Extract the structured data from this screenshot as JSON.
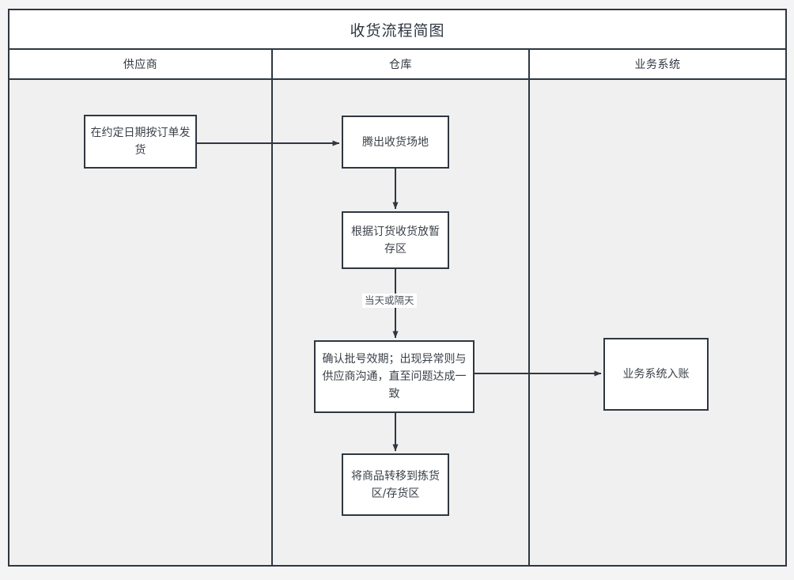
{
  "diagram": {
    "title": "收货流程简图",
    "type": "swimlane-flowchart",
    "colors": {
      "stroke": "#2f3741",
      "node_fill": "#ffffff",
      "lane_fill": "#f0f0f0",
      "header_fill": "#ffffff",
      "text": "#3b4149",
      "page_background": "#f4f4f4"
    }
  },
  "lanes": [
    {
      "id": "supplier",
      "label": "供应商"
    },
    {
      "id": "warehouse",
      "label": "仓库"
    },
    {
      "id": "business_system",
      "label": "业务系统"
    }
  ],
  "nodes": [
    {
      "id": "ship",
      "lane": "supplier",
      "label": "在约定日期按订单发货"
    },
    {
      "id": "clear",
      "lane": "warehouse",
      "label": "腾出收货场地"
    },
    {
      "id": "receive",
      "lane": "warehouse",
      "label": "根据订货收货放暂存区"
    },
    {
      "id": "verify",
      "lane": "warehouse",
      "label": "确认批号效期；出现异常则与供应商沟通，直至问题达成一致"
    },
    {
      "id": "transfer",
      "lane": "warehouse",
      "label": "将商品转移到拣货区/存货区"
    },
    {
      "id": "post",
      "lane": "business_system",
      "label": "业务系统入账"
    }
  ],
  "edges": [
    {
      "from": "ship",
      "to": "clear",
      "label": "",
      "direction": "right"
    },
    {
      "from": "clear",
      "to": "receive",
      "label": "",
      "direction": "down"
    },
    {
      "from": "receive",
      "to": "verify",
      "label": "当天或隔天",
      "direction": "down"
    },
    {
      "from": "verify",
      "to": "post",
      "label": "",
      "direction": "right"
    },
    {
      "from": "verify",
      "to": "transfer",
      "label": "",
      "direction": "down"
    }
  ],
  "edge_labels": {
    "receive_to_verify": "当天或隔天"
  }
}
